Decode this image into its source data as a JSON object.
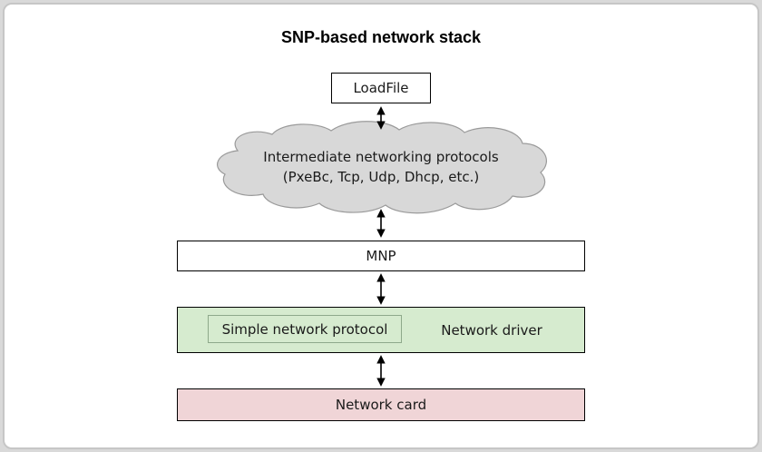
{
  "title": "SNP-based network stack",
  "nodes": {
    "loadfile": "LoadFile",
    "cloud_line1": "Intermediate networking protocols",
    "cloud_line2": "(PxeBc, Tcp, Udp, Dhcp, etc.)",
    "mnp": "MNP",
    "snp": "Simple network protocol",
    "network_driver": "Network driver",
    "network_card": "Network card"
  },
  "colors": {
    "cloud_fill": "#d8d8d8",
    "driver_fill": "#d6ebcf",
    "card_fill": "#f0d5d7"
  }
}
